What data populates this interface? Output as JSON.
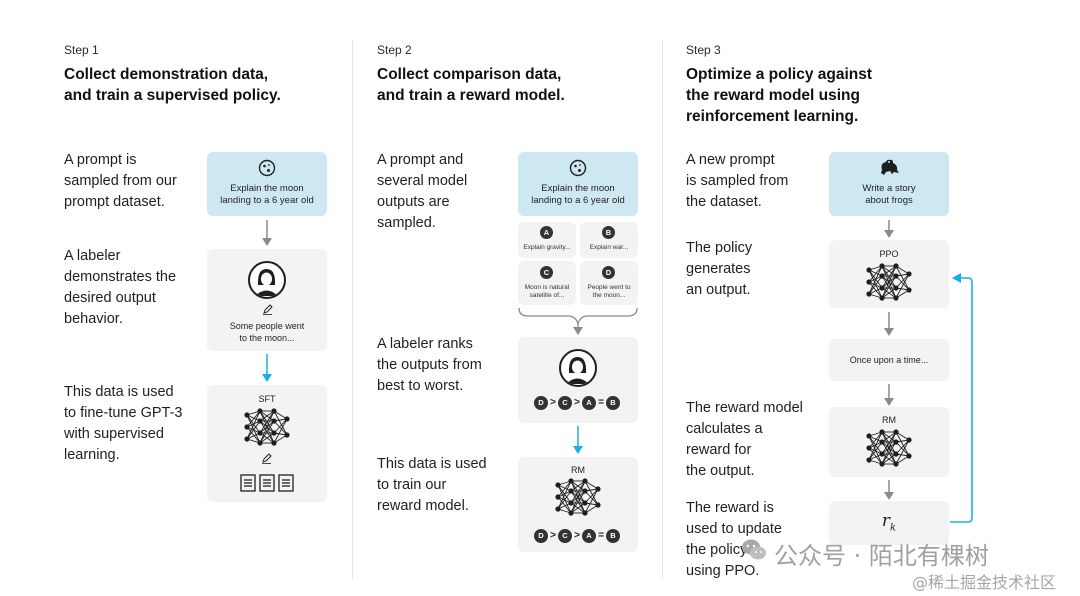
{
  "steps": [
    {
      "label": "Step 1",
      "title": [
        "Collect demonstration data,",
        "and train a supervised policy."
      ],
      "descriptions": [
        [
          "A prompt is",
          "sampled from our",
          "prompt dataset."
        ],
        [
          "A labeler",
          "demonstrates the",
          "desired output",
          "behavior."
        ],
        [
          "This data is used",
          "to fine-tune GPT-3",
          "with supervised",
          "learning."
        ]
      ],
      "prompt_box": [
        "Explain the moon",
        "landing to a 6 year old"
      ],
      "demo_text": [
        "Some people went",
        "to the moon..."
      ],
      "model_label": "SFT"
    },
    {
      "label": "Step 2",
      "title": [
        "Collect comparison data,",
        "and train a reward model."
      ],
      "descriptions": [
        [
          "A prompt and",
          "several model",
          "outputs are",
          "sampled."
        ],
        [
          "A labeler ranks",
          "the outputs from",
          "best to worst."
        ],
        [
          "This data is used",
          "to train our",
          "reward model."
        ]
      ],
      "prompt_box": [
        "Explain the moon",
        "landing to a 6 year old"
      ],
      "outputs": [
        {
          "letter": "A",
          "text": [
            "Explain gravity..."
          ]
        },
        {
          "letter": "B",
          "text": [
            "Explain war..."
          ]
        },
        {
          "letter": "C",
          "text": [
            "Moon is natural",
            "satellite of..."
          ]
        },
        {
          "letter": "D",
          "text": [
            "People went to",
            "the moon..."
          ]
        }
      ],
      "ranking": [
        "D",
        ">",
        "C",
        ">",
        "A",
        "=",
        "B"
      ],
      "model_label": "RM"
    },
    {
      "label": "Step 3",
      "title": [
        "Optimize a policy against",
        "the reward model using",
        "reinforcement learning."
      ],
      "descriptions": [
        [
          "A new prompt",
          "is sampled from",
          "the dataset."
        ],
        [
          "The policy",
          "generates",
          "an output."
        ],
        [
          "The reward model",
          "calculates a",
          "reward for",
          "the output."
        ],
        [
          "The reward is",
          "used to update",
          "the policy",
          "using PPO."
        ]
      ],
      "prompt_box": [
        "Write a story",
        "about frogs"
      ],
      "policy_label": "PPO",
      "output_text": "Once upon a time...",
      "model_label": "RM",
      "reward_symbol": "r",
      "reward_subscript": "k"
    }
  ],
  "watermark": {
    "line1": "公众号 · 陌北有棵树",
    "line2": "@稀土掘金技术社区"
  },
  "colors": {
    "prompt_box": "#cde8f1",
    "card": "#f3f3f3",
    "arrow_grey": "#8a8a8a",
    "arrow_blue": "#1ab0e0"
  }
}
